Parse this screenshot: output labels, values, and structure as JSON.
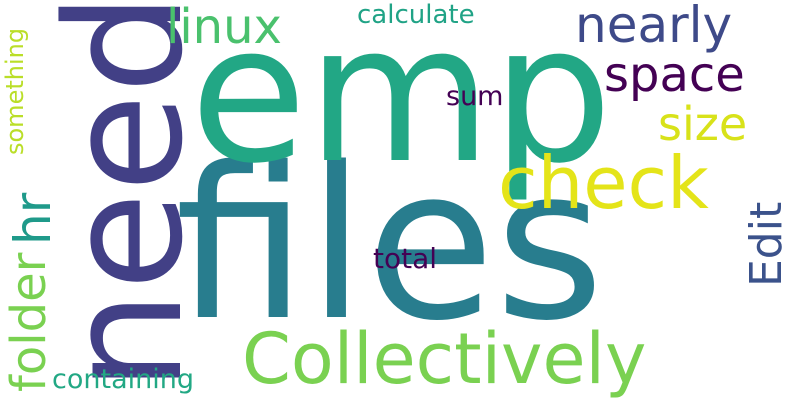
{
  "words": [
    {
      "text": "files",
      "color": "#287D8E"
    },
    {
      "text": "need",
      "color": "#424086"
    },
    {
      "text": "emp",
      "color": "#22A785"
    },
    {
      "text": "Collectively",
      "color": "#7AD151"
    },
    {
      "text": "check",
      "color": "#E4E419"
    },
    {
      "text": "nearly",
      "color": "#3E4A89"
    },
    {
      "text": "space",
      "color": "#440154"
    },
    {
      "text": "size",
      "color": "#D8E219"
    },
    {
      "text": "linux",
      "color": "#4AC16D"
    },
    {
      "text": "calculate",
      "color": "#20A386"
    },
    {
      "text": "sum",
      "color": "#440154"
    },
    {
      "text": "Edit",
      "color": "#3B528B"
    },
    {
      "text": "total",
      "color": "#440154"
    },
    {
      "text": "hr",
      "color": "#1F9A8A"
    },
    {
      "text": "folder",
      "color": "#7AD151"
    },
    {
      "text": "containing",
      "color": "#22A884"
    },
    {
      "text": "something",
      "color": "#BADE28"
    }
  ]
}
